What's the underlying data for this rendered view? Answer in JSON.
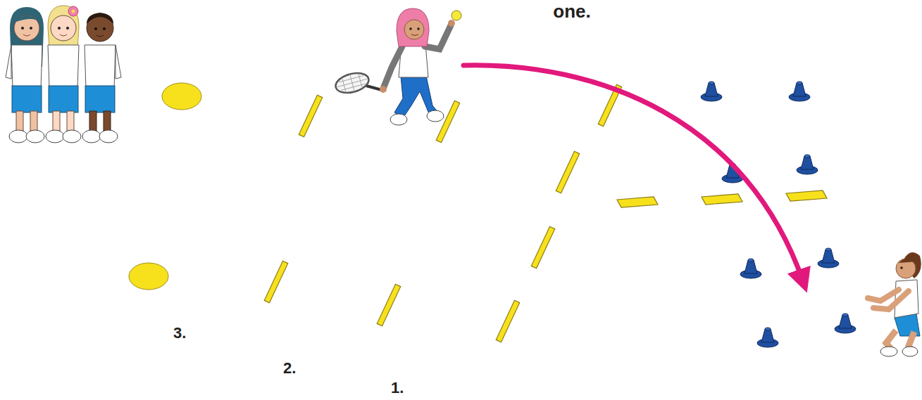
{
  "diagram": {
    "labels": [
      "one.",
      "3.",
      "2.",
      "1."
    ]
  }
}
